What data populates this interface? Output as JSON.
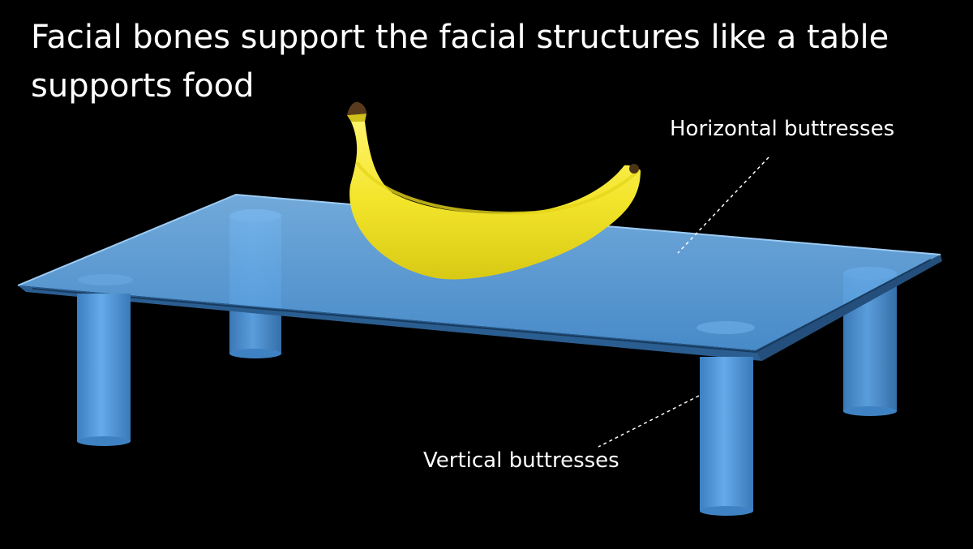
{
  "slide": {
    "title": "Facial bones support the facial structures like a table supports food",
    "labels": {
      "horizontal": "Horizontal buttresses",
      "vertical": "Vertical buttresses"
    }
  },
  "colors": {
    "background": "#000000",
    "text": "#ffffff",
    "table_top": "#5a9fdc",
    "table_edge": "#2c5f8f",
    "leg": "#4f95d6",
    "banana": "#f5ea2c",
    "banana_stem": "#5a3a1c"
  }
}
